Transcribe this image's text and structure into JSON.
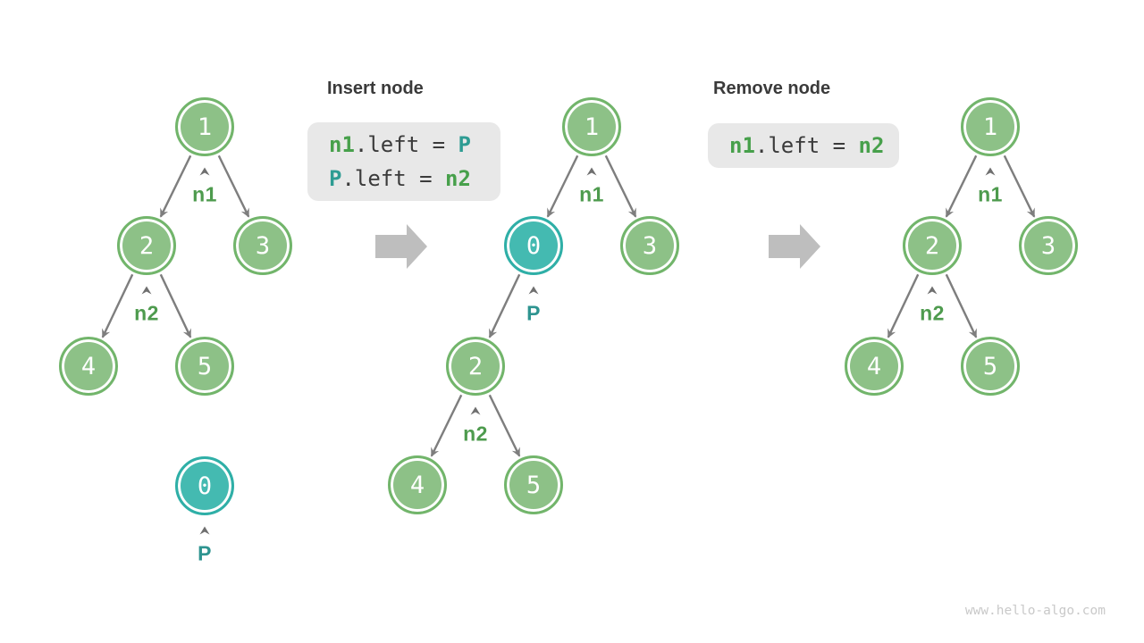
{
  "watermark": "www.hello-algo.com",
  "colors": {
    "node_green_fill": "#8DC187",
    "node_green_border": "#72B56B",
    "node_teal_fill": "#44BAB1",
    "node_teal_border": "#2FAFA7",
    "label_green": "#4E9B4E",
    "label_teal": "#2E9490",
    "code_green": "#47A04B",
    "code_teal": "#2E9C93",
    "code_text": "#3B3B3B",
    "code_box_bg": "#E8E8E8",
    "edge_gray": "#7E7E7E",
    "block_arrow_gray": "#BEBEBE",
    "title_color": "#3A3A3A",
    "watermark_color": "#C9C9C9"
  },
  "sections": {
    "insert": {
      "title": "Insert node",
      "code_lines": [
        {
          "tokens": [
            {
              "text": "n1"
            },
            {
              "text": ".left = "
            },
            {
              "text": "P"
            }
          ]
        },
        {
          "tokens": [
            {
              "text": "P"
            },
            {
              "text": ".left = "
            },
            {
              "text": "n2"
            }
          ]
        }
      ]
    },
    "remove": {
      "title": "Remove node",
      "code_lines": [
        {
          "tokens": [
            {
              "text": "n1"
            },
            {
              "text": ".left = "
            },
            {
              "text": "n2"
            }
          ]
        }
      ]
    }
  },
  "trees": {
    "before_insert": {
      "nodes": [
        {
          "value": "1"
        },
        {
          "value": "2"
        },
        {
          "value": "3"
        },
        {
          "value": "4"
        },
        {
          "value": "5"
        },
        {
          "value": "0"
        }
      ],
      "labels": [
        {
          "text": "n1"
        },
        {
          "text": "n2"
        },
        {
          "text": "P"
        }
      ]
    },
    "after_insert": {
      "nodes": [
        {
          "value": "1"
        },
        {
          "value": "0"
        },
        {
          "value": "3"
        },
        {
          "value": "2"
        },
        {
          "value": "4"
        },
        {
          "value": "5"
        }
      ],
      "labels": [
        {
          "text": "n1"
        },
        {
          "text": "P"
        },
        {
          "text": "n2"
        }
      ]
    },
    "after_remove": {
      "nodes": [
        {
          "value": "1"
        },
        {
          "value": "2"
        },
        {
          "value": "3"
        },
        {
          "value": "4"
        },
        {
          "value": "5"
        }
      ],
      "labels": [
        {
          "text": "n1"
        },
        {
          "text": "n2"
        }
      ]
    }
  }
}
